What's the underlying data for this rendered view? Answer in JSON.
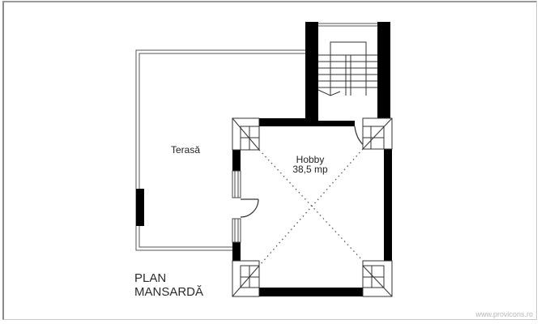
{
  "plan": {
    "title_line1": "PLAN",
    "title_line2": "MANSARDĂ"
  },
  "rooms": [
    {
      "name": "Terasă"
    },
    {
      "name": "Hobby",
      "area": "38,5 mp"
    }
  ],
  "watermark": "www.provicons.ro",
  "colors": {
    "wall": "#000000",
    "line": "#444444",
    "frame": "#8a8a8a",
    "watermark": "#b8b8b8"
  }
}
